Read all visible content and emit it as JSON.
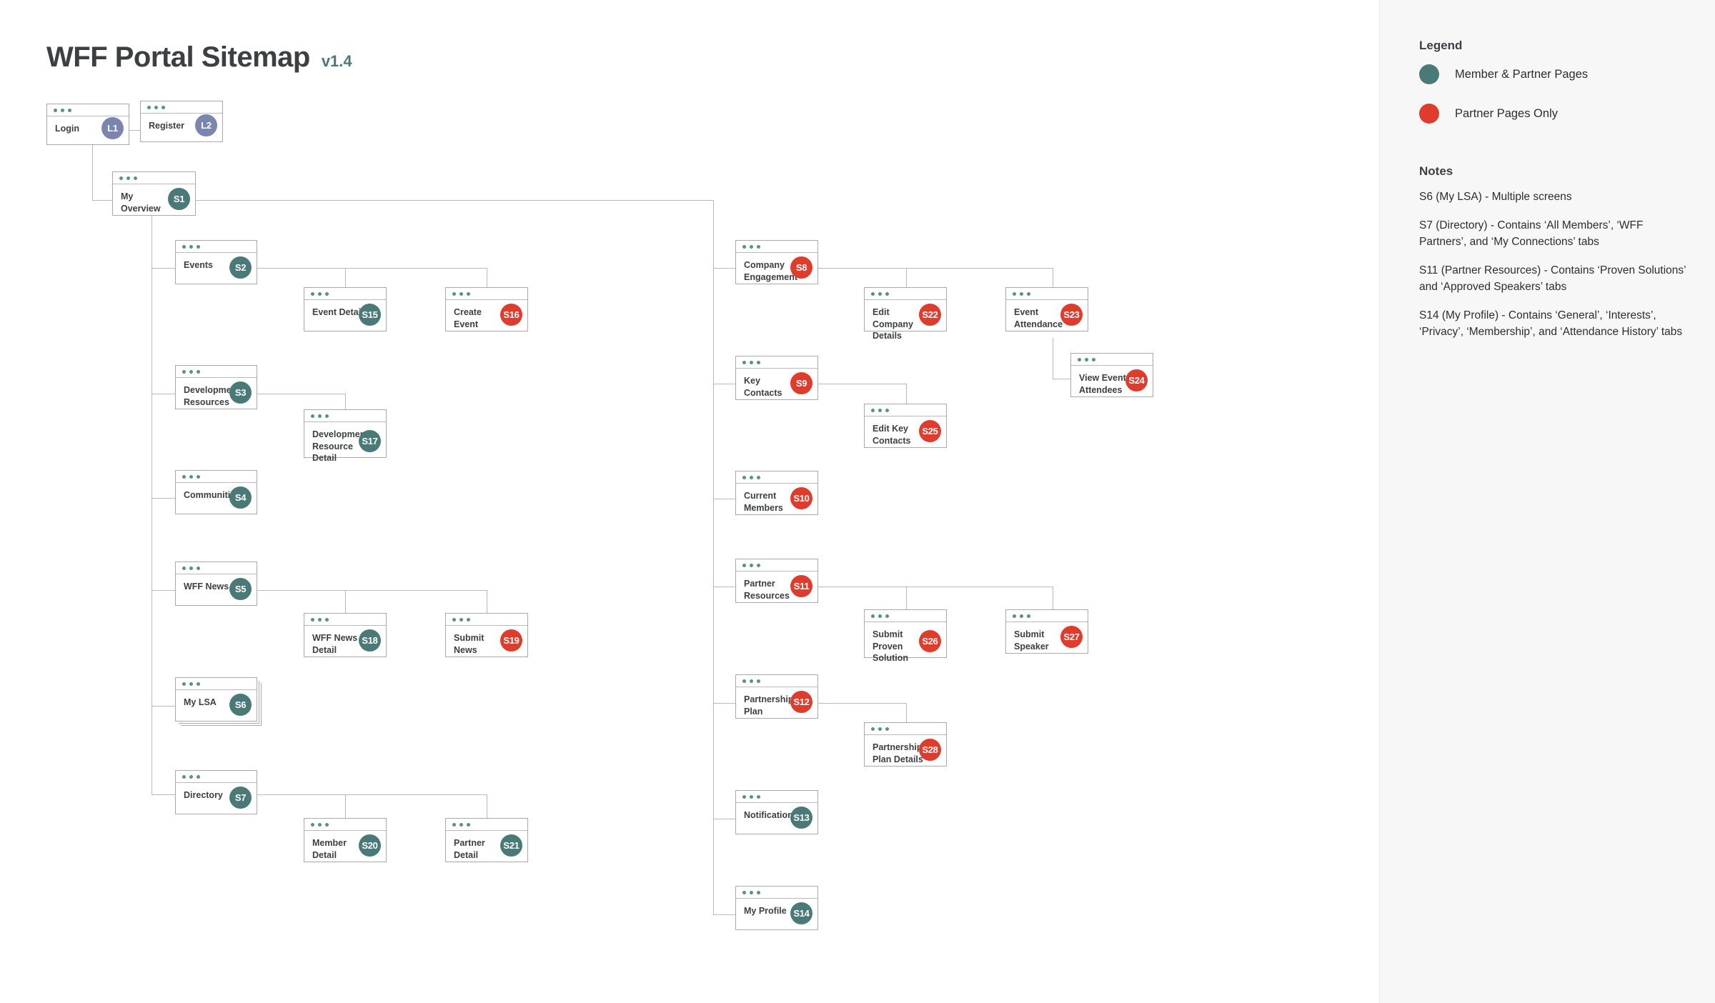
{
  "header": {
    "title": "WFF Portal Sitemap",
    "version": "v1.4"
  },
  "colors": {
    "member_partner": "#4a7a77",
    "partner_only": "#e03c2d",
    "login": "#7b86b0",
    "connector": "#b9b9b9",
    "sidebar_bg": "#f7f7f7"
  },
  "legend": {
    "title": "Legend",
    "items": [
      {
        "color": "#4a7a77",
        "label": "Member & Partner Pages"
      },
      {
        "color": "#e03c2d",
        "label": "Partner Pages Only"
      }
    ]
  },
  "notes": {
    "title": "Notes",
    "items": [
      "S6 (My LSA) - Multiple screens",
      "S7 (Directory) - Contains ‘All Members’, ‘WFF Partners’, and ‘My Connections’ tabs",
      "S11 (Partner Resources) - Contains ‘Proven Solutions’ and ‘Approved Speakers’ tabs",
      "S14 (My Profile) - Contains ‘General’, ‘Interests’, ‘Privacy’, ‘Membership’, and ‘Attendance History’ tabs"
    ]
  },
  "nodes": [
    {
      "id": "L1",
      "label": "Login",
      "badge": "L1",
      "type": "login"
    },
    {
      "id": "L2",
      "label": "Register",
      "badge": "L2",
      "type": "login"
    },
    {
      "id": "S1",
      "label": "My Overview",
      "badge": "S1",
      "type": "member_partner"
    },
    {
      "id": "S2",
      "label": "Events",
      "badge": "S2",
      "type": "member_partner"
    },
    {
      "id": "S15",
      "label": "Event Detail",
      "badge": "S15",
      "type": "member_partner"
    },
    {
      "id": "S16",
      "label": "Create Event",
      "badge": "S16",
      "type": "partner_only"
    },
    {
      "id": "S3",
      "label": "Development\nResources",
      "badge": "S3",
      "type": "member_partner"
    },
    {
      "id": "S17",
      "label": "Development\nResource\nDetail",
      "badge": "S17",
      "type": "member_partner"
    },
    {
      "id": "S4",
      "label": "Communities",
      "badge": "S4",
      "type": "member_partner"
    },
    {
      "id": "S5",
      "label": "WFF News",
      "badge": "S5",
      "type": "member_partner"
    },
    {
      "id": "S18",
      "label": "WFF News\nDetail",
      "badge": "S18",
      "type": "member_partner"
    },
    {
      "id": "S19",
      "label": "Submit\nNews",
      "badge": "S19",
      "type": "partner_only"
    },
    {
      "id": "S6",
      "label": "My LSA",
      "badge": "S6",
      "type": "member_partner",
      "stacked": true
    },
    {
      "id": "S7",
      "label": "Directory",
      "badge": "S7",
      "type": "member_partner"
    },
    {
      "id": "S20",
      "label": "Member\nDetail",
      "badge": "S20",
      "type": "member_partner"
    },
    {
      "id": "S21",
      "label": "Partner\nDetail",
      "badge": "S21",
      "type": "member_partner"
    },
    {
      "id": "S8",
      "label": "Company\nEngagement",
      "badge": "S8",
      "type": "partner_only"
    },
    {
      "id": "S22",
      "label": "Edit Company\nDetails",
      "badge": "S22",
      "type": "partner_only"
    },
    {
      "id": "S23",
      "label": "Event\nAttendance",
      "badge": "S23",
      "type": "partner_only"
    },
    {
      "id": "S24",
      "label": "View Event\nAttendees",
      "badge": "S24",
      "type": "partner_only"
    },
    {
      "id": "S9",
      "label": "Key Contacts",
      "badge": "S9",
      "type": "partner_only"
    },
    {
      "id": "S25",
      "label": "Edit Key\nContacts",
      "badge": "S25",
      "type": "partner_only"
    },
    {
      "id": "S10",
      "label": "Current\nMembers",
      "badge": "S10",
      "type": "partner_only"
    },
    {
      "id": "S11",
      "label": "Partner\nResources",
      "badge": "S11",
      "type": "partner_only"
    },
    {
      "id": "S26",
      "label": "Submit\nProven\nSolution",
      "badge": "S26",
      "type": "partner_only"
    },
    {
      "id": "S27",
      "label": "Submit\nSpeaker",
      "badge": "S27",
      "type": "partner_only"
    },
    {
      "id": "S12",
      "label": "Partnership\nPlan",
      "badge": "S12",
      "type": "partner_only"
    },
    {
      "id": "S28",
      "label": "Partnership\nPlan Details",
      "badge": "S28",
      "type": "partner_only"
    },
    {
      "id": "S13",
      "label": "Notifications",
      "badge": "S13",
      "type": "member_partner"
    },
    {
      "id": "S14",
      "label": "My Profile",
      "badge": "S14",
      "type": "member_partner"
    }
  ]
}
